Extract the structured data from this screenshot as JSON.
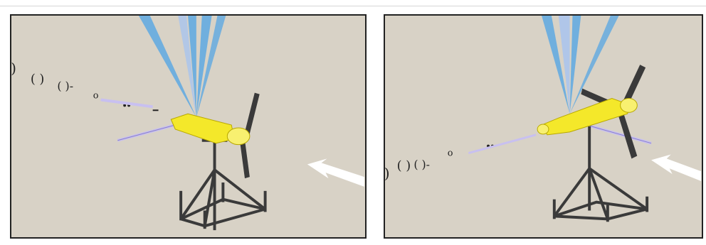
{
  "figure": {
    "panels": [
      {
        "id": "left",
        "scene": "simulation-frame",
        "background_color": "#d8d2c6",
        "turbine_color": "#f4e82a",
        "frame_color": "#3a3a3a",
        "vortex_color": "#c8c0f0",
        "beam_color": "#4ea3e6",
        "arrow_color": "#ffffff",
        "particle_labels": [
          "(",
          "( )",
          "( )-",
          "o",
          "∴",
          "-"
        ]
      },
      {
        "id": "right",
        "scene": "simulation-frame",
        "background_color": "#d8d2c6",
        "turbine_color": "#f4e82a",
        "frame_color": "#3a3a3a",
        "vortex_color": "#c8c0f0",
        "beam_color": "#4ea3e6",
        "arrow_color": "#ffffff",
        "particle_labels": [
          "(",
          "( )",
          "( )-",
          "o",
          "∴",
          "-"
        ]
      }
    ]
  }
}
